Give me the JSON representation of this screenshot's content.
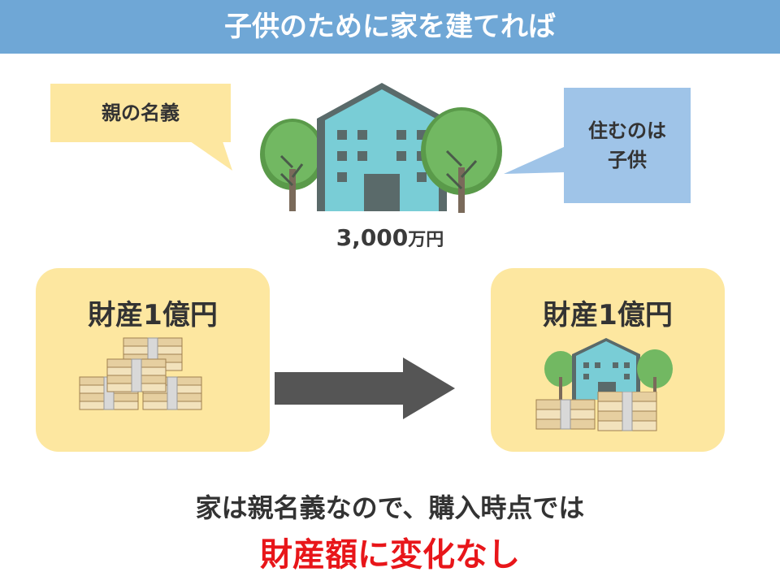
{
  "header": {
    "title": "子供のために家を建てれば"
  },
  "bubbles": {
    "owner": "親の名義",
    "resident_line1": "住むのは",
    "resident_line2": "子供"
  },
  "house": {
    "price_number": "3,000",
    "price_unit": "万円"
  },
  "assets": {
    "before_label": "財産1億円",
    "after_label": "財産1億円"
  },
  "caption": {
    "line1": "家は親名義なので、購入時点では",
    "line2": "財産額に変化なし"
  },
  "colors": {
    "header_bg": "#6fa7d6",
    "owner_bubble": "#fde7a0",
    "resident_bubble": "#9fc4e8",
    "asset_box": "#fde7a0",
    "building": "#79cdd6",
    "tree": "#6ab05a",
    "arrow": "#555555",
    "emphasis": "#e8161a"
  },
  "icons": [
    "house-icon",
    "tree-icon",
    "money-stack-icon",
    "arrow-right-icon"
  ]
}
